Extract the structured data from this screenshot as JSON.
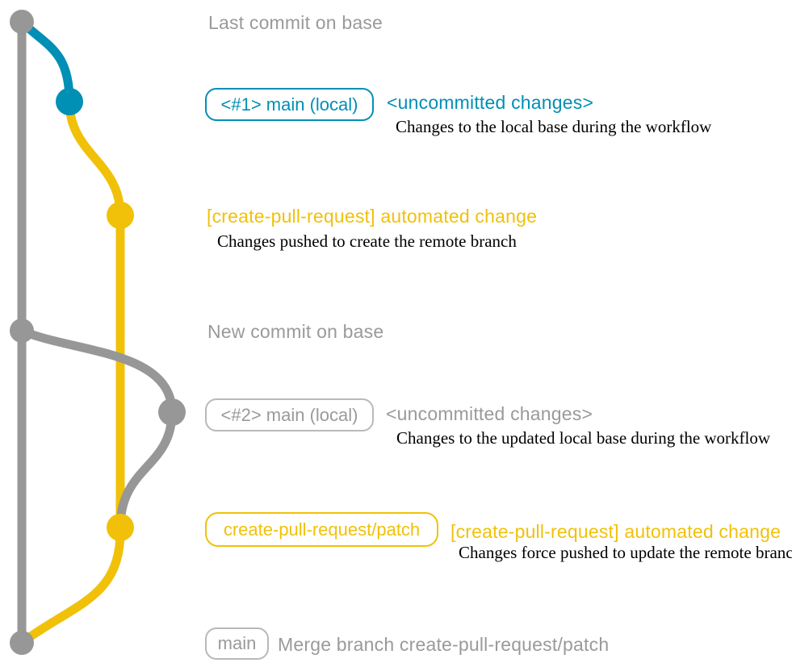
{
  "colors": {
    "base_gray": "#979797",
    "local_teal": "#008fb5",
    "branch_yellow": "#f1c109",
    "text_gray": "#9a9a9a",
    "note_black": "#000000"
  },
  "graph": {
    "type": "git-graph",
    "branches": [
      {
        "name": "base",
        "color_key": "base_gray"
      },
      {
        "name": "main (local) #1",
        "color_key": "local_teal"
      },
      {
        "name": "create-pull-request/patch",
        "color_key": "branch_yellow"
      },
      {
        "name": "main (local) #2",
        "color_key": "base_gray"
      }
    ],
    "commits": [
      {
        "row": 1,
        "branch": "base",
        "label": "Last commit on base"
      },
      {
        "row": 2,
        "branch": "main (local) #1",
        "label": "<uncommitted changes>"
      },
      {
        "row": 3,
        "branch": "create-pull-request/patch",
        "label": "[create-pull-request] automated change"
      },
      {
        "row": 4,
        "branch": "base",
        "label": "New commit on base"
      },
      {
        "row": 5,
        "branch": "main (local) #2",
        "label": "<uncommitted changes>"
      },
      {
        "row": 6,
        "branch": "create-pull-request/patch",
        "label": "[create-pull-request] automated change"
      },
      {
        "row": 7,
        "branch": "base",
        "label": "Merge branch create-pull-request/patch"
      }
    ]
  },
  "rows": {
    "row1": {
      "label": "Last commit on base"
    },
    "row2": {
      "badge": "<#1> main (local)",
      "status": "<uncommitted changes>",
      "note": "Changes to the local base during the workflow"
    },
    "row3": {
      "title": "[create-pull-request] automated change",
      "note": "Changes pushed to create the remote branch"
    },
    "row4": {
      "label": "New commit on base"
    },
    "row5": {
      "badge": "<#2> main (local)",
      "status": "<uncommitted changes>",
      "note": "Changes to the updated local base during the workflow"
    },
    "row6": {
      "badge": "create-pull-request/patch",
      "title": "[create-pull-request] automated change",
      "note": "Changes force pushed to update the remote branch"
    },
    "row7": {
      "badge": "main",
      "label": "Merge branch create-pull-request/patch"
    }
  }
}
